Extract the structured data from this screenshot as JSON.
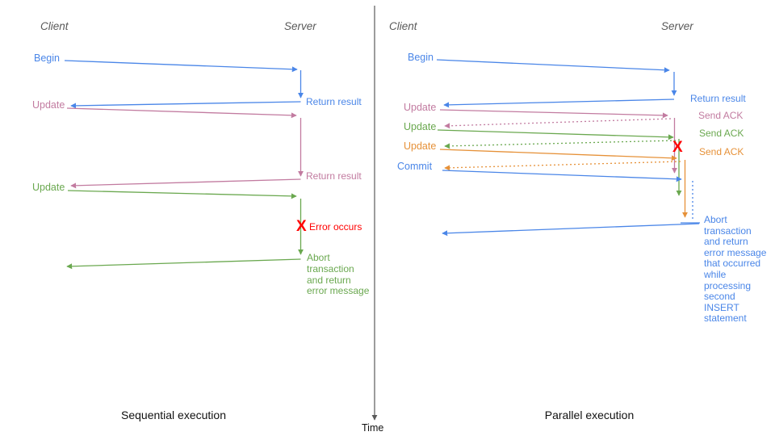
{
  "colors": {
    "blue": "#4a86e8",
    "pink": "#c27ba0",
    "green": "#6aa84f",
    "orange": "#e69138",
    "red": "#ff0000",
    "actor_gray": "#595959",
    "axis_gray": "#595959"
  },
  "time_axis": {
    "label": "Time"
  },
  "left": {
    "client": "Client",
    "server": "Server",
    "title": "Sequential execution",
    "begin": "Begin",
    "return1": "Return result",
    "update1": "Update",
    "return2": "Return result",
    "update2": "Update",
    "error_x": "X",
    "error": "Error occurs",
    "abort": "Abort\ntransaction\nand return\nerror message"
  },
  "right": {
    "client": "Client",
    "server": "Server",
    "title": "Parallel execution",
    "begin": "Begin",
    "return1": "Return result",
    "update1": "Update",
    "ack1": "Send ACK",
    "update2": "Update",
    "ack2": "Send ACK",
    "update3": "Update",
    "ack3": "Send ACK",
    "commit": "Commit",
    "error_x": "X",
    "abort": "Abort\ntransaction\nand return\nerror message\nthat occurred\nwhile\nprocessing\nsecond\nINSERT\nstatement"
  }
}
